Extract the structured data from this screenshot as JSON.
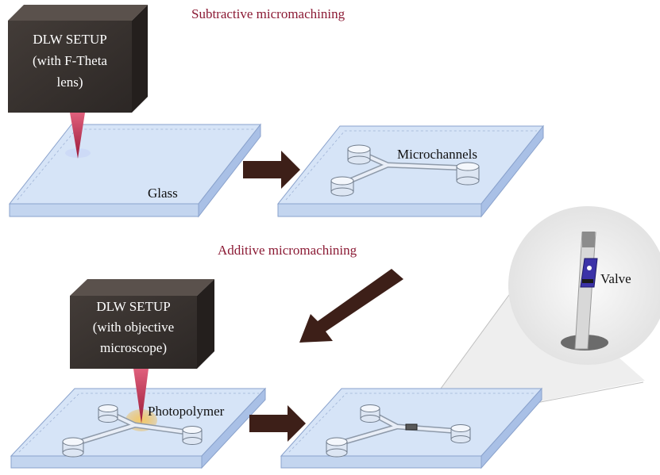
{
  "titles": {
    "subtractive": "Subtractive micromachining",
    "additive": "Additive micromachining"
  },
  "setup_top": {
    "lines": [
      "DLW SETUP",
      "(with F-Theta",
      "lens)"
    ]
  },
  "setup_bottom": {
    "lines": [
      "DLW SETUP",
      "(with objective",
      "microscope)"
    ]
  },
  "labels": {
    "glass": "Glass",
    "microchannels": "Microchannels",
    "photopolymer": "Photopolymer",
    "valve": "Valve"
  },
  "colors": {
    "title": "#8b1a34",
    "box": "#3b3532",
    "glass_top": "#d4e2f6",
    "glass_side": "#b7ccec",
    "arrow": "#3d1f18",
    "laser": "#c2254a",
    "photopolymer_spot": "#f0b43c",
    "valve": "#3b32a8"
  }
}
